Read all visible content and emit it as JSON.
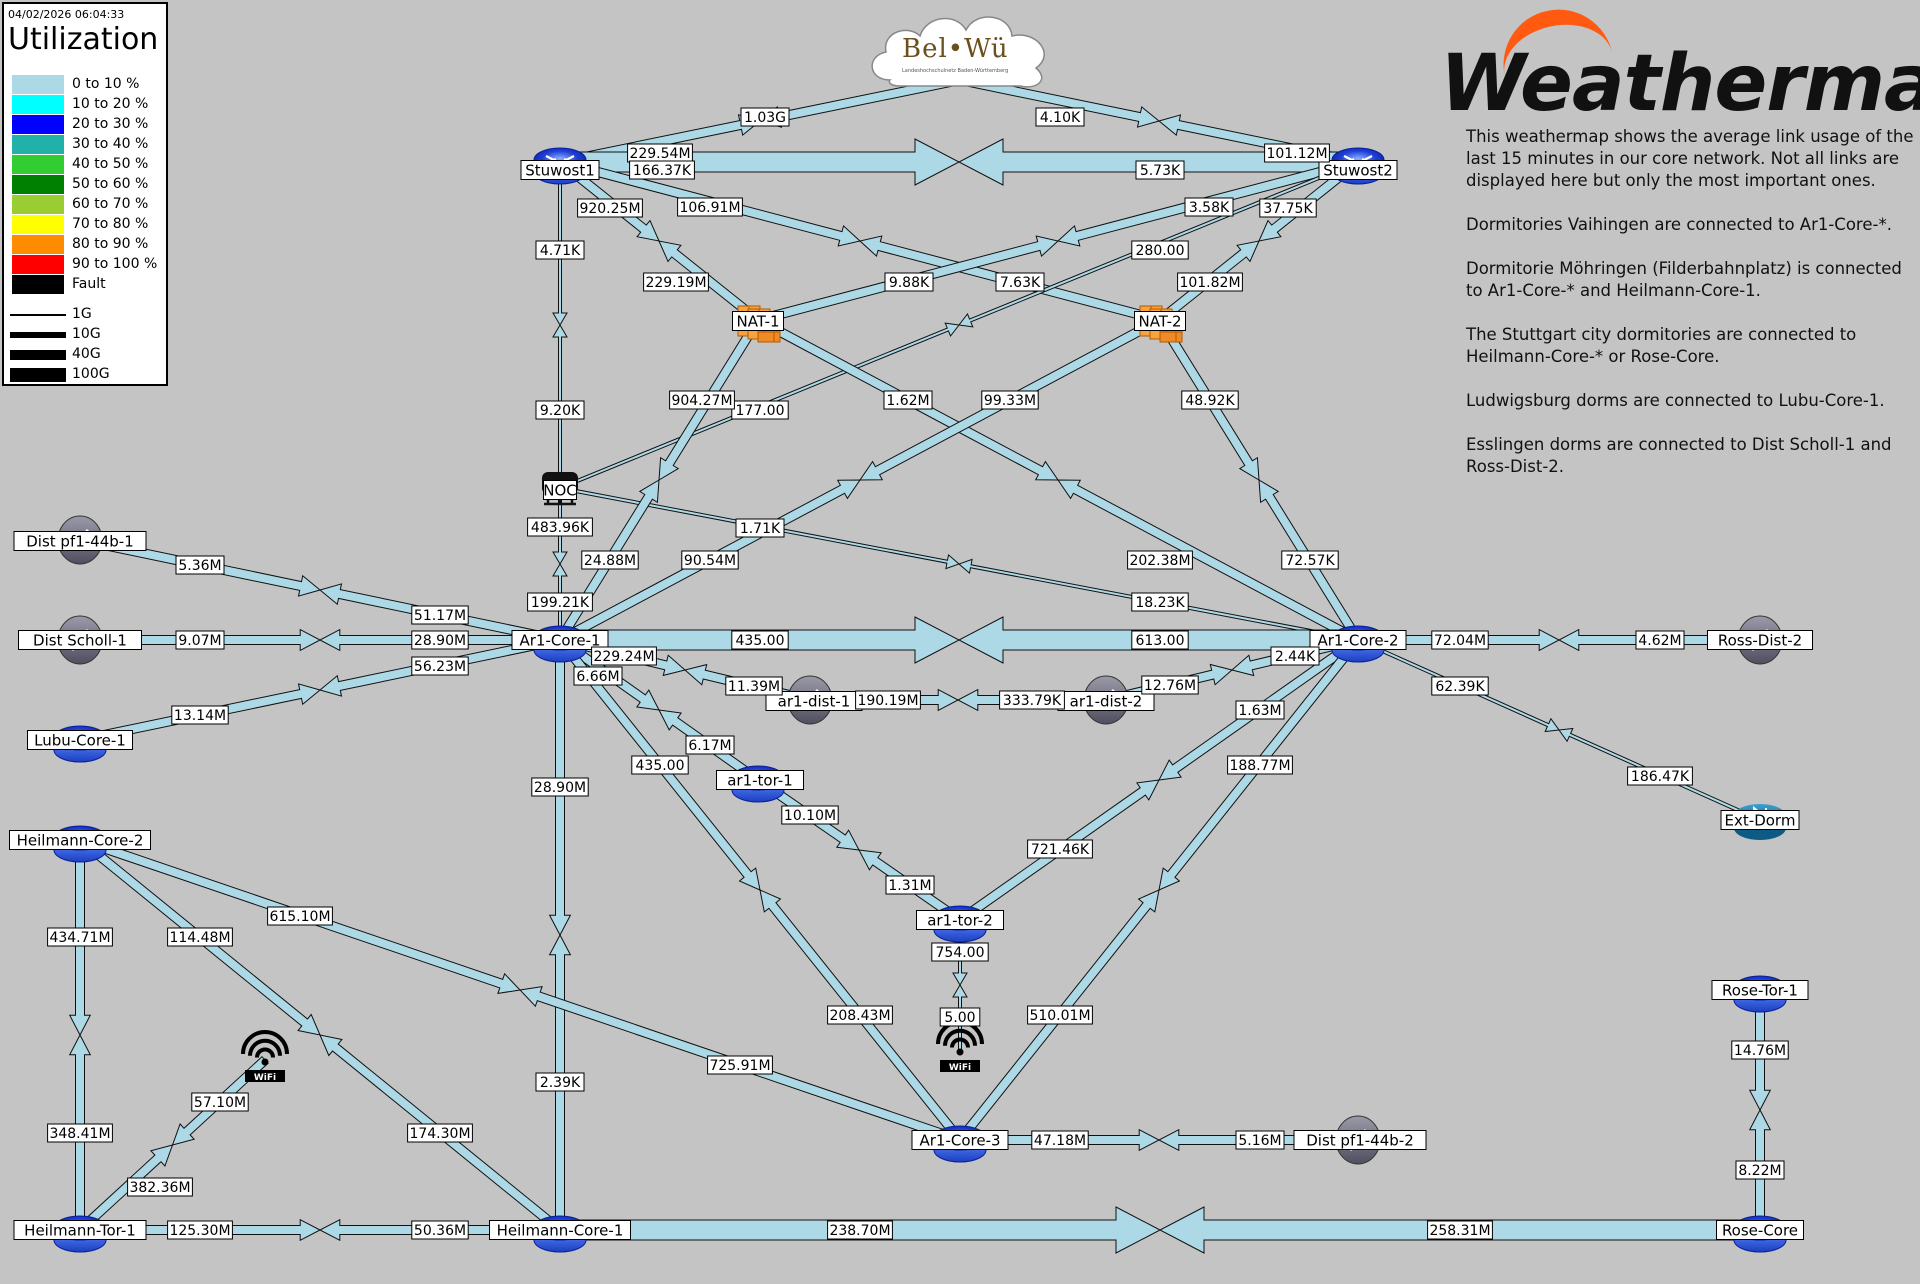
{
  "header": {
    "timestamp": "04/02/2026 06:04:33",
    "title": "Utilization"
  },
  "legend": {
    "scale": [
      {
        "label": "0 to 10 %",
        "color": "#add8e6"
      },
      {
        "label": "10 to 20 %",
        "color": "#00ffff"
      },
      {
        "label": "20 to 30 %",
        "color": "#0000ff"
      },
      {
        "label": "30 to 40 %",
        "color": "#20b2aa"
      },
      {
        "label": "40 to 50 %",
        "color": "#32cd32"
      },
      {
        "label": "50 to 60 %",
        "color": "#008000"
      },
      {
        "label": "60 to 70 %",
        "color": "#9acd32"
      },
      {
        "label": "70 to 80 %",
        "color": "#ffff00"
      },
      {
        "label": "80 to 90 %",
        "color": "#ff8c00"
      },
      {
        "label": "90 to 100 %",
        "color": "#ff0000"
      },
      {
        "label": "Fault",
        "color": "#000000"
      }
    ],
    "widths": [
      {
        "label": "1G"
      },
      {
        "label": "10G"
      },
      {
        "label": "40G"
      },
      {
        "label": "100G"
      }
    ]
  },
  "brand": {
    "name": "Weathermap"
  },
  "cloud": {
    "name": "Bel•Wü",
    "sub": "Landeshochschulnetz Baden-Württemberg"
  },
  "description": [
    "This weathermap shows the average link usage of the last 15 minutes in our core network. Not all links are displayed here but only the most important ones.",
    "Dormitories Vaihingen are connected to Ar1-Core-*.",
    "Dormitorie Möhringen (Filderbahnplatz) is connected to Ar1-Core-* and Heilmann-Core-1.",
    "The Stuttgart city dormitories are connected to Heilmann-Core-* or Rose-Core.",
    "Ludwigsburg dorms are connected to Lubu-Core-1.",
    "Esslingen dorms are connected to Dist Scholl-1 and Ross-Dist-2."
  ],
  "nodes": [
    {
      "id": "stuwost1",
      "label": "Stuwost1",
      "kind": "router"
    },
    {
      "id": "stuwost2",
      "label": "Stuwost2",
      "kind": "router"
    },
    {
      "id": "nat1",
      "label": "NAT-1",
      "kind": "firewall"
    },
    {
      "id": "nat2",
      "label": "NAT-2",
      "kind": "firewall"
    },
    {
      "id": "noc",
      "label": "NOC",
      "kind": "noc"
    },
    {
      "id": "ar1core1",
      "label": "Ar1-Core-1",
      "kind": "router"
    },
    {
      "id": "ar1core2",
      "label": "Ar1-Core-2",
      "kind": "router"
    },
    {
      "id": "distpf1441",
      "label": "Dist pf1-44b-1",
      "kind": "switch"
    },
    {
      "id": "distscholl1",
      "label": "Dist Scholl-1",
      "kind": "switch"
    },
    {
      "id": "lubucore1",
      "label": "Lubu-Core-1",
      "kind": "router"
    },
    {
      "id": "ar1dist1",
      "label": "ar1-dist-1",
      "kind": "switch"
    },
    {
      "id": "ar1dist2",
      "label": "ar1-dist-2",
      "kind": "switch"
    },
    {
      "id": "ar1tor1",
      "label": "ar1-tor-1",
      "kind": "router"
    },
    {
      "id": "ar1tor2",
      "label": "ar1-tor-2",
      "kind": "router"
    },
    {
      "id": "rossdist2",
      "label": "Ross-Dist-2",
      "kind": "switch"
    },
    {
      "id": "extdorm",
      "label": "Ext-Dorm",
      "kind": "ext"
    },
    {
      "id": "heilcore2",
      "label": "Heilmann-Core-2",
      "kind": "router"
    },
    {
      "id": "heiltor1",
      "label": "Heilmann-Tor-1",
      "kind": "router"
    },
    {
      "id": "heilcore1",
      "label": "Heilmann-Core-1",
      "kind": "router"
    },
    {
      "id": "ar1core3",
      "label": "Ar1-Core-3",
      "kind": "router"
    },
    {
      "id": "distpf1442",
      "label": "Dist pf1-44b-2",
      "kind": "switch"
    },
    {
      "id": "rosetor1",
      "label": "Rose-Tor-1",
      "kind": "router"
    },
    {
      "id": "rosecore",
      "label": "Rose-Core",
      "kind": "router"
    },
    {
      "id": "wifi1",
      "label": "",
      "kind": "wifi"
    },
    {
      "id": "wifi2",
      "label": "",
      "kind": "wifi"
    }
  ],
  "links": [
    {
      "from": "stuwost1",
      "to": "cloud",
      "w": "10G",
      "a": "229.54M",
      "b": "1.03G"
    },
    {
      "from": "stuwost2",
      "to": "cloud",
      "w": "10G",
      "a": "101.12M",
      "b": "4.10K"
    },
    {
      "from": "stuwost1",
      "to": "stuwost2",
      "w": "40G",
      "a": "166.37K",
      "b": "5.73K"
    },
    {
      "from": "stuwost1",
      "to": "nat1",
      "w": "10G",
      "a": "920.25M",
      "b": "229.19M"
    },
    {
      "from": "stuwost1",
      "to": "nat2",
      "w": "10G",
      "a": "106.91M",
      "b": "101.82M"
    },
    {
      "from": "stuwost2",
      "to": "nat1",
      "w": "10G",
      "a": "3.58K",
      "b": "9.88K"
    },
    {
      "from": "stuwost2",
      "to": "nat2",
      "w": "10G",
      "a": "37.75K",
      "b": "7.63K"
    },
    {
      "from": "stuwost2",
      "to": "noc",
      "w": "1G",
      "a": "280.00",
      "b": "177.00"
    },
    {
      "from": "stuwost1",
      "to": "noc",
      "w": "1G",
      "a": "4.71K",
      "b": "9.20K"
    },
    {
      "from": "noc",
      "to": "ar1core1",
      "w": "1G",
      "a": "483.96K",
      "b": "199.21K"
    },
    {
      "from": "noc",
      "to": "ar1core2",
      "w": "1G",
      "a": "1.71K",
      "b": "18.23K"
    },
    {
      "from": "nat1",
      "to": "ar1core1",
      "w": "10G",
      "a": "904.27M",
      "b": "24.88M"
    },
    {
      "from": "nat1",
      "to": "ar1core2",
      "w": "10G",
      "a": "1.62M",
      "b": "202.38M"
    },
    {
      "from": "nat2",
      "to": "ar1core1",
      "w": "10G",
      "a": "99.33M",
      "b": "90.54M"
    },
    {
      "from": "nat2",
      "to": "ar1core2",
      "w": "10G",
      "a": "48.92K",
      "b": "72.57K"
    },
    {
      "from": "ar1core1",
      "to": "ar1core2",
      "w": "40G",
      "a": "435.00",
      "b": "613.00"
    },
    {
      "from": "distpf1441",
      "to": "ar1core1",
      "w": "10G",
      "a": "5.36M",
      "b": "51.17M"
    },
    {
      "from": "distscholl1",
      "to": "ar1core1",
      "w": "10G",
      "a": "9.07M",
      "b": "28.90M"
    },
    {
      "from": "lubucore1",
      "to": "ar1core1",
      "w": "10G",
      "a": "13.14M",
      "b": "56.23M"
    },
    {
      "from": "ar1core1",
      "to": "ar1dist1",
      "w": "10G",
      "a": "229.24M",
      "b": "11.39M"
    },
    {
      "from": "ar1dist1",
      "to": "ar1dist2",
      "w": "10G",
      "a": "190.19M",
      "b": "333.79K"
    },
    {
      "from": "ar1dist2",
      "to": "ar1core2",
      "w": "10G",
      "a": "12.76M",
      "b": "2.44K"
    },
    {
      "from": "ar1core1",
      "to": "ar1tor1",
      "w": "10G",
      "a": "6.66M",
      "b": "6.17M"
    },
    {
      "from": "ar1tor1",
      "to": "ar1tor2",
      "w": "10G",
      "a": "10.10M",
      "b": "1.31M"
    },
    {
      "from": "ar1tor2",
      "to": "ar1core2",
      "w": "10G",
      "a": "721.46K",
      "b": "1.63M"
    },
    {
      "from": "ar1tor2",
      "to": "wifi2",
      "w": "1G",
      "a": "754.00",
      "b": "5.00"
    },
    {
      "from": "ar1core1",
      "to": "ar1core3",
      "w": "10G",
      "a": "435.00",
      "b": "208.43M"
    },
    {
      "from": "ar1core2",
      "to": "ar1core3",
      "w": "10G",
      "a": "188.77M",
      "b": "510.01M"
    },
    {
      "from": "ar1core1",
      "to": "heilcore1",
      "w": "10G",
      "a": "28.90M",
      "b": "2.39K"
    },
    {
      "from": "ar1core2",
      "to": "rossdist2",
      "w": "10G",
      "a": "72.04M",
      "b": "4.62M"
    },
    {
      "from": "ar1core2",
      "to": "extdorm",
      "w": "1G",
      "a": "62.39K",
      "b": "186.47K"
    },
    {
      "from": "heilcore2",
      "to": "heiltor1",
      "w": "10G",
      "a": "434.71M",
      "b": "348.41M"
    },
    {
      "from": "heilcore2",
      "to": "heilcore1",
      "w": "10G",
      "a": "114.48M",
      "b": "174.30M"
    },
    {
      "from": "heilcore2",
      "to": "ar1core3",
      "w": "10G",
      "a": "615.10M",
      "b": "725.91M"
    },
    {
      "from": "heiltor1",
      "to": "wifi1",
      "w": "10G",
      "a": "382.36M",
      "b": "57.10M"
    },
    {
      "from": "heiltor1",
      "to": "heilcore1",
      "w": "10G",
      "a": "125.30M",
      "b": "50.36M"
    },
    {
      "from": "heilcore1",
      "to": "rosecore",
      "w": "40G",
      "a": "238.70M",
      "b": "258.31M"
    },
    {
      "from": "ar1core3",
      "to": "distpf1442",
      "w": "10G",
      "a": "47.18M",
      "b": "5.16M"
    },
    {
      "from": "rosetor1",
      "to": "rosecore",
      "w": "10G",
      "a": "14.76M",
      "b": "8.22M"
    }
  ],
  "colors": {
    "link_fill": "#add8e6",
    "link_stroke": "#111111",
    "background": "#c4c4c4",
    "accent": "#ff5a10"
  }
}
